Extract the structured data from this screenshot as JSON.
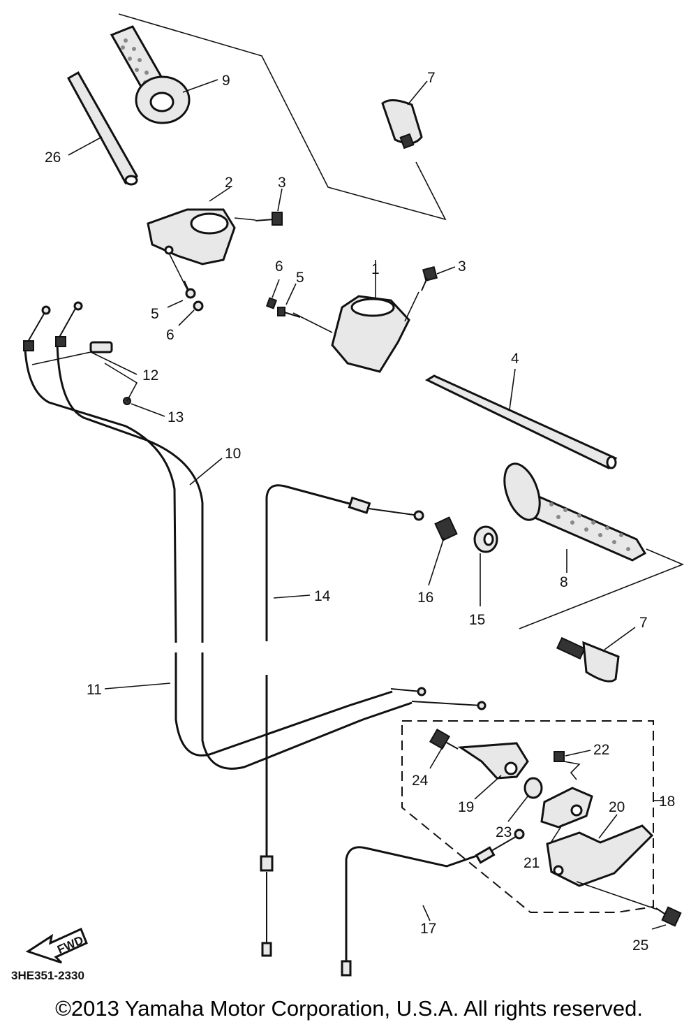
{
  "diagram": {
    "ref_code": "3HE351-2330",
    "fwd_label": "FWD",
    "copyright": "©2013 Yamaha Motor Corporation, U.S.A. All rights reserved.",
    "callouts": {
      "c1": "1",
      "c2": "2",
      "c3a": "3",
      "c3b": "3",
      "c4": "4",
      "c5a": "5",
      "c5b": "5",
      "c6a": "6",
      "c6b": "6",
      "c7a": "7",
      "c7b": "7",
      "c8": "8",
      "c9": "9",
      "c10": "10",
      "c11": "11",
      "c12": "12",
      "c13": "13",
      "c14": "14",
      "c15": "15",
      "c16": "16",
      "c17": "17",
      "c18": "18",
      "c19": "19",
      "c20": "20",
      "c21": "21",
      "c22": "22",
      "c23": "23",
      "c24": "24",
      "c25": "25",
      "c26": "26"
    }
  }
}
